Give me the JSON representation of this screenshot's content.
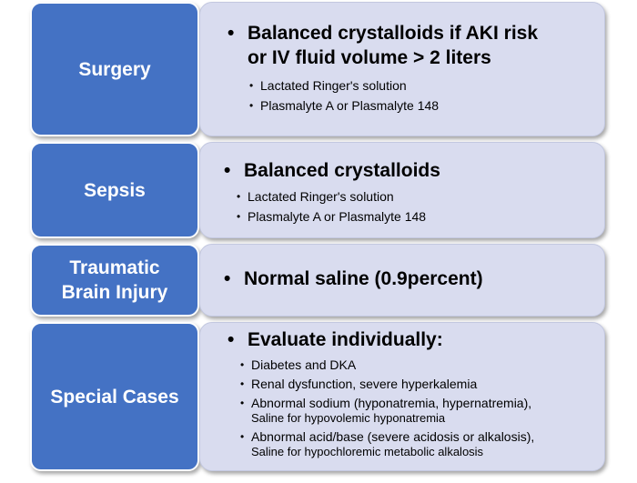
{
  "rows": [
    {
      "label": "Surgery",
      "main": "Balanced crystalloids if AKI risk or IV fluid volume > 2 liters",
      "main_line1": "Balanced crystalloids if AKI risk",
      "main_line2": "or IV fluid volume > 2 liters",
      "subs": [
        "Lactated Ringer's solution",
        "Plasmalyte A or Plasmalyte 148"
      ]
    },
    {
      "label": "Sepsis",
      "main": "Balanced crystalloids",
      "subs": [
        "Lactated Ringer's solution",
        "Plasmalyte A or Plasmalyte 148"
      ]
    },
    {
      "label_line1": "Traumatic",
      "label_line2": "Brain Injury",
      "main": "Normal saline (0.9percent)"
    },
    {
      "label": "Special Cases",
      "main": "Evaluate individually:",
      "subs": [
        {
          "text": "Diabetes and DKA"
        },
        {
          "text": "Renal dysfunction, severe hyperkalemia"
        },
        {
          "text": "Abnormal sodium (hyponatremia, hypernatremia),",
          "note": "Saline for hypovolemic hyponatremia"
        },
        {
          "text": "Abnormal acid/base (severe acidosis or alkalosis),",
          "note": "Saline for hypochloremic metabolic alkalosis"
        }
      ]
    }
  ],
  "bullet": "•",
  "colors": {
    "label_bg": "#4472c4",
    "content_bg": "#d9dcef",
    "label_text": "#ffffff",
    "content_text": "#000000"
  }
}
